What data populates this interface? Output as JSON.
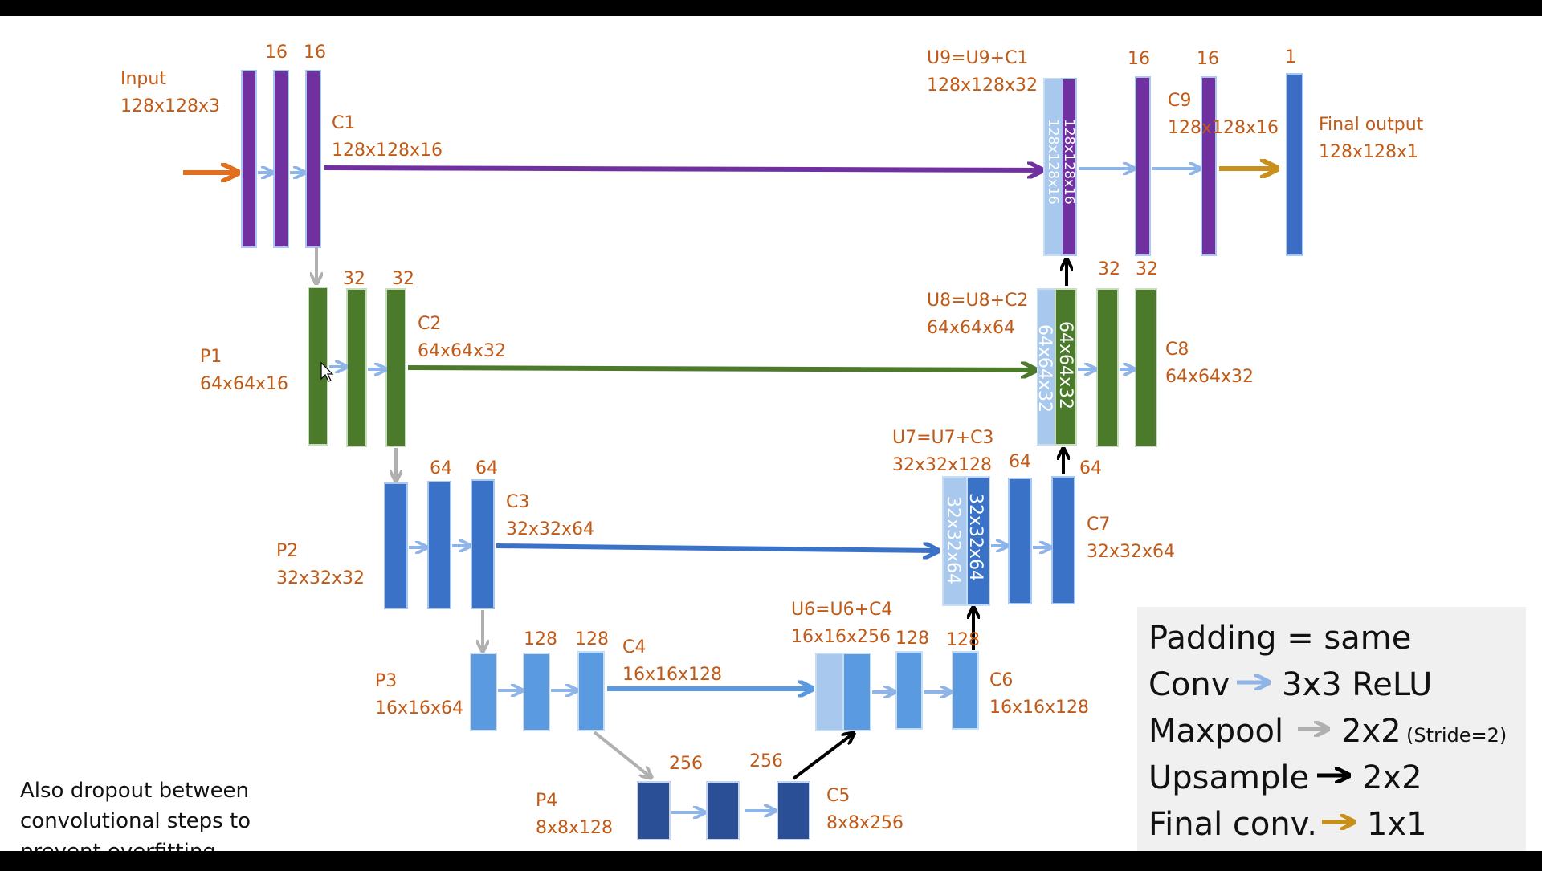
{
  "colors": {
    "label": "#c05a16",
    "purple": "#7030a0",
    "green": "#4a7a2a",
    "blue_mid": "#3a72c8",
    "blue_light": "#5a9ae0",
    "blue_pale": "#a8c8ee",
    "blue_dark": "#2a4f96",
    "final_blue": "#3b6cc6",
    "conv_arrow": "#8eb4e8",
    "pool_arrow": "#b0b0b0",
    "input_arrow": "#e07020",
    "final_arrow": "#c8901a"
  },
  "labels": {
    "input": [
      "Input",
      "128x128x3"
    ],
    "c1": [
      "C1",
      "128x128x16"
    ],
    "c1_f1": "16",
    "c1_f2": "16",
    "p1": [
      "P1",
      "64x64x16"
    ],
    "c2": [
      "C2",
      "64x64x32"
    ],
    "c2_f1": "32",
    "c2_f2": "32",
    "p2": [
      "P2",
      "32x32x32"
    ],
    "c3": [
      "C3",
      "32x32x64"
    ],
    "c3_f1": "64",
    "c3_f2": "64",
    "p3": [
      "P3",
      "16x16x64"
    ],
    "c4": [
      "C4",
      "16x16x128"
    ],
    "c4_f1": "128",
    "c4_f2": "128",
    "p4": [
      "P4",
      "8x8x128"
    ],
    "c5": [
      "C5",
      "8x8x256"
    ],
    "c5_f1": "256",
    "c5_f2": "256",
    "u6": [
      "U6=U6+C4",
      "16x16x256"
    ],
    "c6": [
      "C6",
      "16x16x128"
    ],
    "c6_f1": "128",
    "c6_f2": "128",
    "u7": [
      "U7=U7+C3",
      "32x32x128"
    ],
    "c7": [
      "C7",
      "32x32x64"
    ],
    "c7_f1": "64",
    "c7_f2": "64",
    "u8": [
      "U8=U8+C2",
      "64x64x64"
    ],
    "c8": [
      "C8",
      "64x64x32"
    ],
    "c8_f1": "32",
    "c8_f2": "32",
    "u9": [
      "U9=U9+C1",
      "128x128x32"
    ],
    "c9": [
      "C9",
      "128x128x16"
    ],
    "c9_f1": "16",
    "c9_f2": "16",
    "final_filters": "1",
    "final": [
      "Final output",
      "128x128x1"
    ]
  },
  "bar_texts": {
    "u9_a": "128x128x16",
    "u9_b": "128x128x16",
    "u8_a": "64x64x32",
    "u8_b": "64x64x32",
    "u7_a": "32x32x64",
    "u7_b": "32x32x64"
  },
  "legend": {
    "padding": "Padding = same",
    "conv_label": "Conv",
    "conv_value": "3x3 ReLU",
    "maxpool_label": "Maxpool",
    "maxpool_value": "2x2",
    "maxpool_note": "(Stride=2)",
    "upsample_label": "Upsample",
    "upsample_value": "2x2",
    "final_label": "Final conv.",
    "final_value": "1x1"
  },
  "note": {
    "line1": "Also dropout between",
    "line2": "convolutional steps to",
    "line3": "prevent overfitting"
  }
}
